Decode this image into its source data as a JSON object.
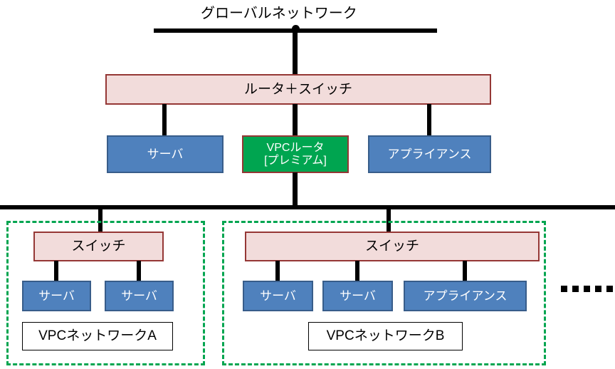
{
  "diagram": {
    "title": "グローバルネットワーク",
    "colors": {
      "pink_fill": "#F2DCDB",
      "pink_border": "#953735",
      "blue_fill": "#4F81BD",
      "blue_border": "#385D8A",
      "green_fill": "#00A550",
      "green_dash": "#00A550",
      "line": "#000000",
      "white_fill": "#FFFFFF"
    },
    "core": {
      "router_switch_label": "ルータ＋スイッチ",
      "server_label": "サーバ",
      "vpc_router_line1": "VPCルータ",
      "vpc_router_line2": "[プレミアム]",
      "appliance_label": "アプライアンス"
    },
    "vpc_a": {
      "switch_label": "スイッチ",
      "zone_label": "VPCネットワークA",
      "devices": [
        {
          "label": "サーバ"
        },
        {
          "label": "サーバ"
        }
      ]
    },
    "vpc_b": {
      "switch_label": "スイッチ",
      "zone_label": "VPCネットワークB",
      "devices": [
        {
          "label": "サーバ"
        },
        {
          "label": "サーバ"
        },
        {
          "label": "アプライアンス"
        }
      ]
    },
    "more_indicator": "・・・・・"
  }
}
